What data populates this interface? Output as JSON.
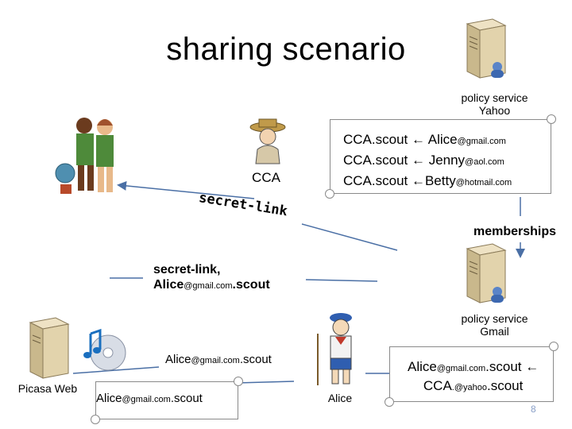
{
  "title": "sharing scenario",
  "policy_yahoo": {
    "line1": "policy service",
    "line2": "Yahoo"
  },
  "policy_gmail": {
    "line1": "policy service",
    "line2": "Gmail"
  },
  "cca_label": "CCA",
  "secret_link_label": "secret-link",
  "memberships_label": "memberships",
  "yahoo_scroll": [
    {
      "pre": "CCA.scout ← Alice",
      "sub": "@gmail.com"
    },
    {
      "pre": "CCA.scout ← Jenny",
      "sub": "@aol.com"
    },
    {
      "pre": "CCA.scout ←Betty",
      "sub": "@hotmail.com"
    }
  ],
  "secret_msg": {
    "line1": "secret-link,",
    "name": "Alice",
    "sub": "@gmail.com",
    "post": ".scout"
  },
  "picasa_msg": {
    "name": "Alice",
    "sub": "@gmail.com",
    "post": ".scout"
  },
  "alice_msg": {
    "name": "Alice",
    "sub": "@gmail.com",
    "post": ".scout"
  },
  "gmail_scroll": {
    "name": "Alice",
    "sub": "@gmail.com",
    "post": ".scout ←",
    "line2_pre": "CCA",
    "line2_sub": ".@yahoo",
    "line2_post": ".scout"
  },
  "picasa_label": "Picasa Web",
  "alice_label": "Alice",
  "page_number": "8",
  "colors": {
    "line": "#4a6fa5",
    "scroll_border": "#8a8a8a",
    "server": "#d9c8a0",
    "page_num": "#8aa0c8"
  }
}
